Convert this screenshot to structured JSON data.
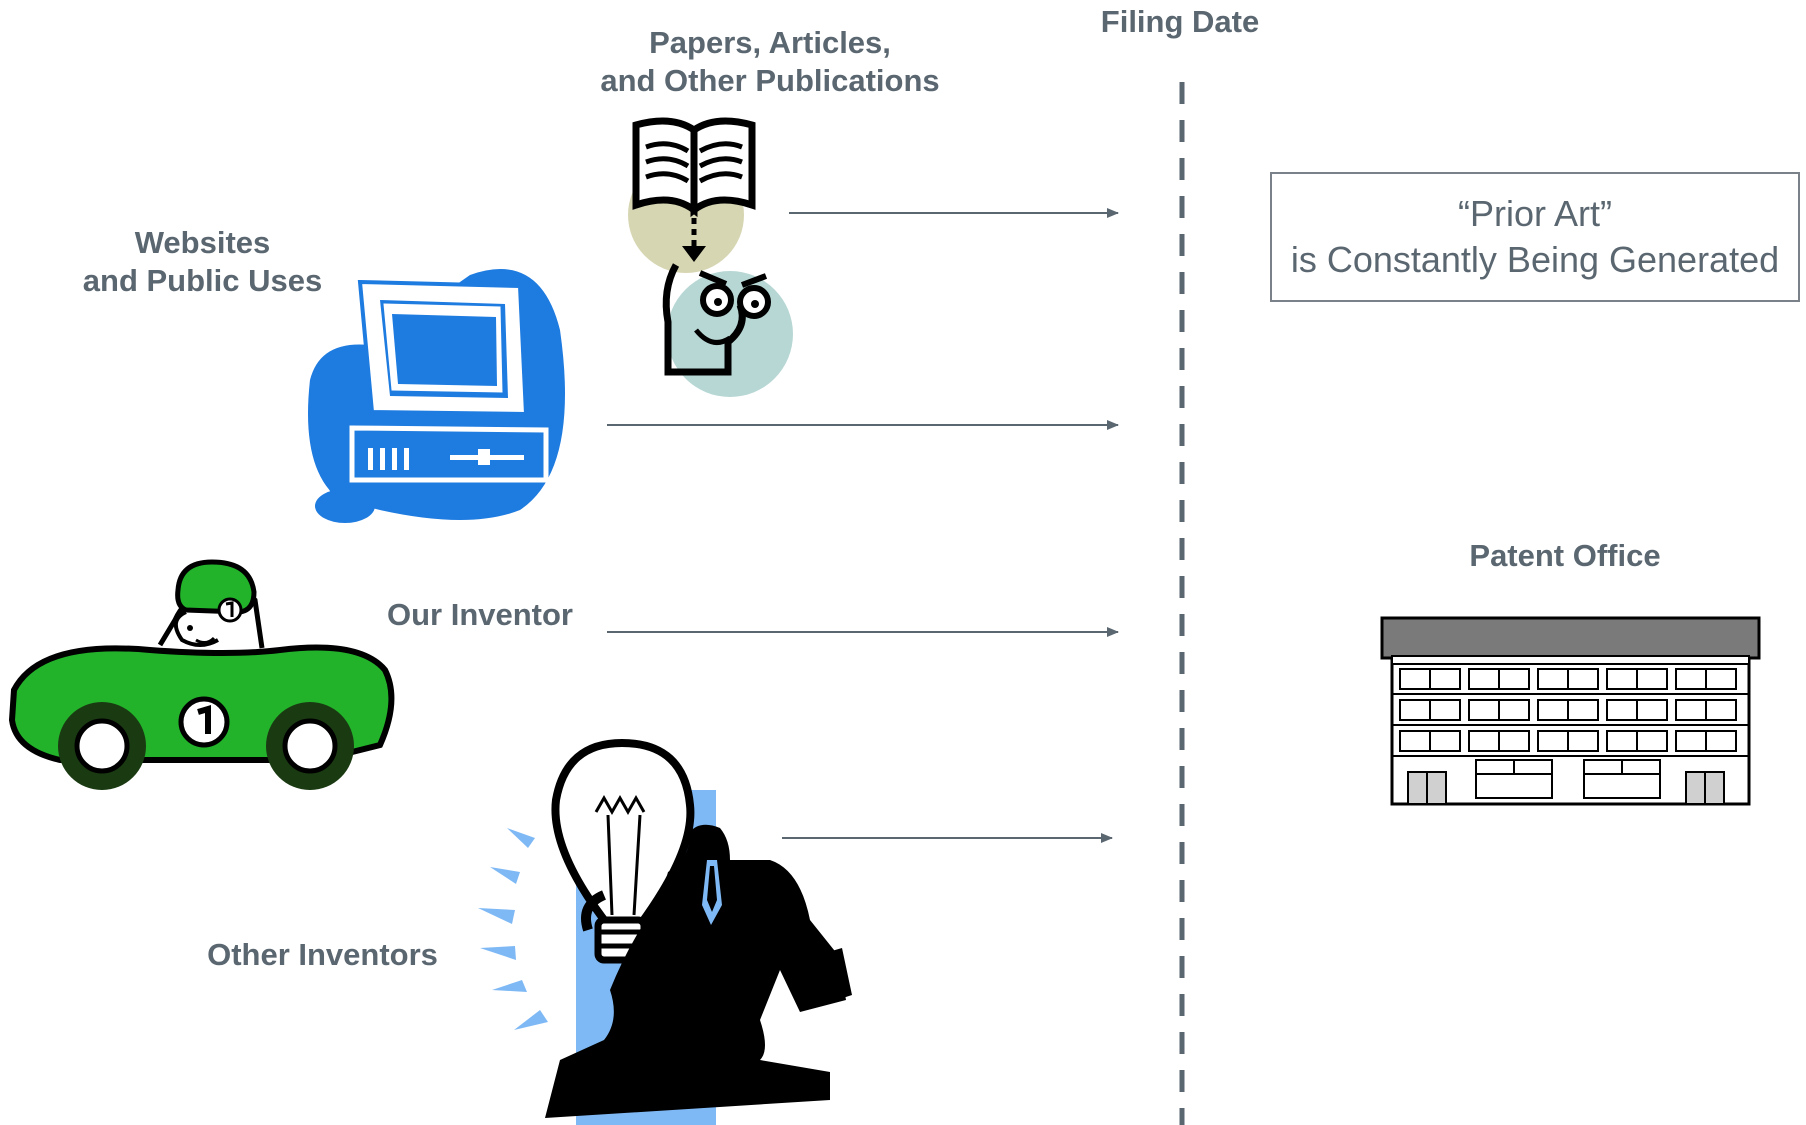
{
  "filing_date": "Filing Date",
  "sources": {
    "publications": [
      "Papers, Articles,",
      "and Other Publications"
    ],
    "websites": [
      "Websites",
      "and Public Uses"
    ],
    "our_inventor": "Our Inventor",
    "other_inventors": "Other Inventors"
  },
  "callout": {
    "line1": "“Prior Art”",
    "line2": "is Constantly Being Generated"
  },
  "patent_office": "Patent Office",
  "colors": {
    "text": "#5a6670",
    "arrow": "#5a6670",
    "dashed_line": "#5a6670",
    "computer_blue": "#1e7be0",
    "car_green": "#22b32b",
    "lightbulb_panel": "#7fb9f5",
    "book_circle": "#d7d6b3",
    "face_circle": "#b7d7d5",
    "building_roof": "#7a7a7a"
  },
  "icons": [
    "book-icon",
    "face-icon",
    "computer-icon",
    "race-car-icon",
    "lightbulb-icon",
    "businessman-icon",
    "building-icon"
  ]
}
